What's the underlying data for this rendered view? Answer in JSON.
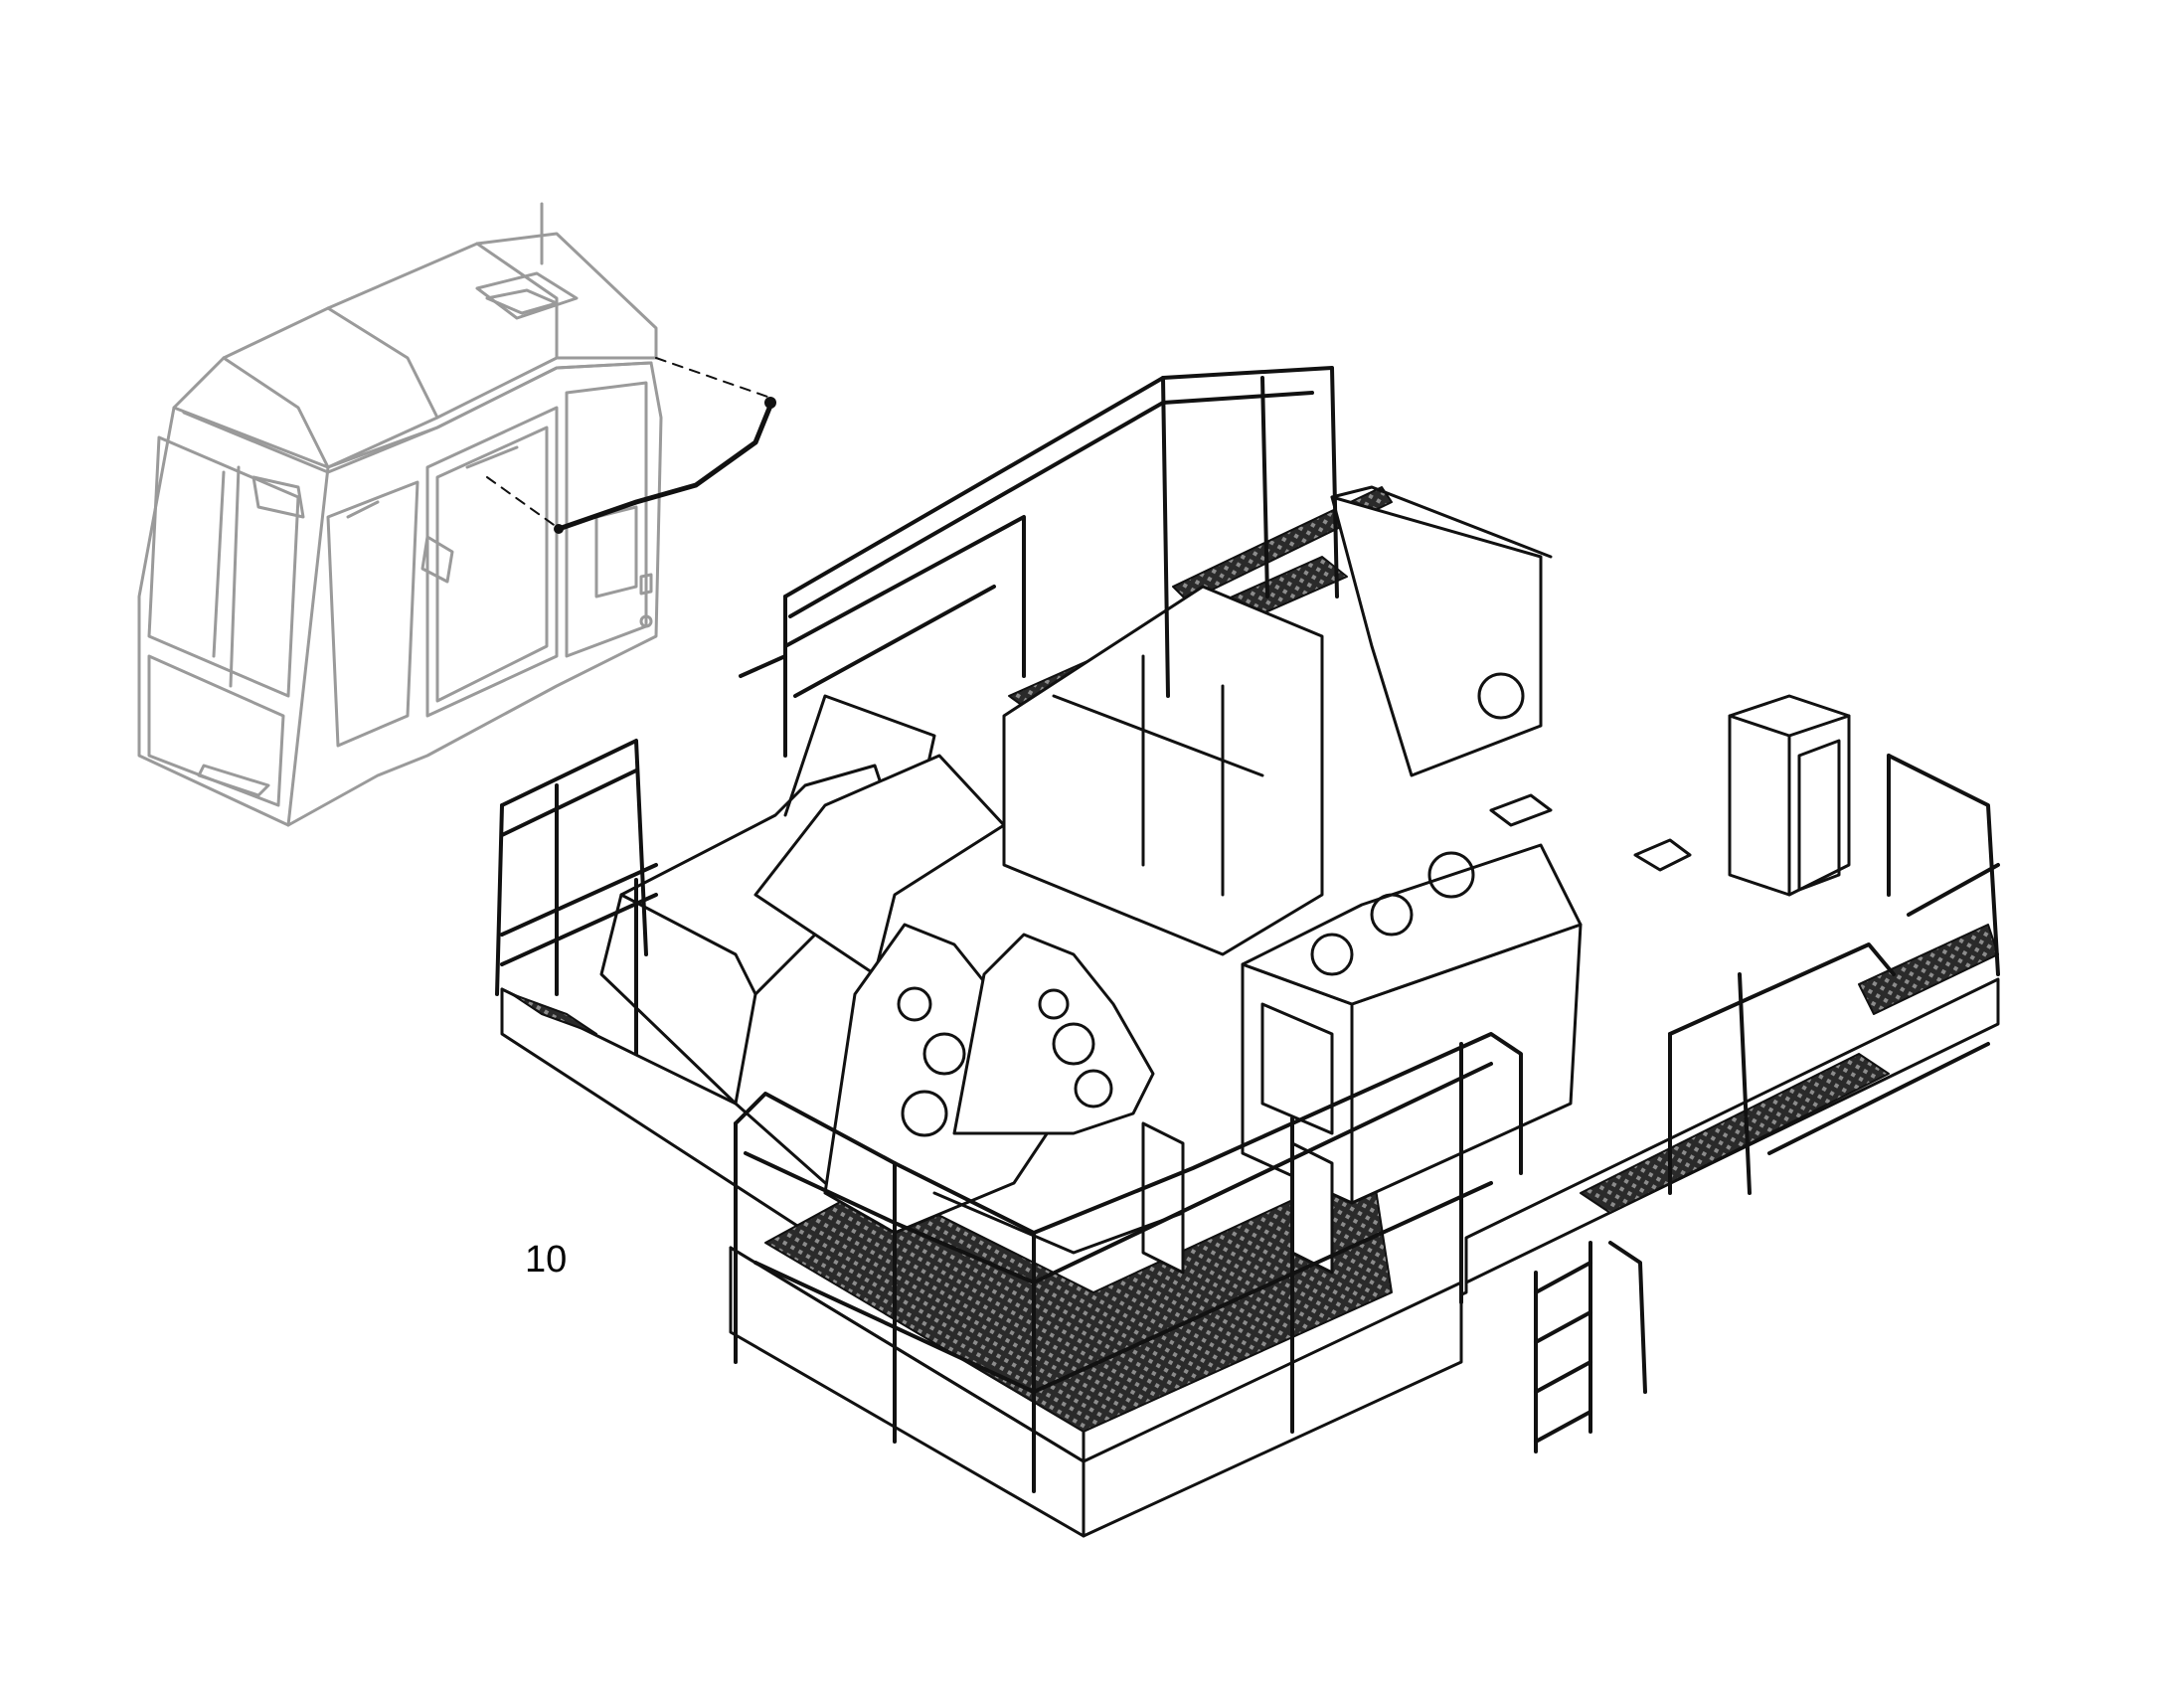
{
  "diagram": {
    "callouts": [
      {
        "id": "callout-10",
        "label": "10"
      }
    ],
    "colors": {
      "ink": "#111111",
      "faint": "#9a9a9a",
      "paper": "#ffffff",
      "grating": "#2a2a2a"
    },
    "icons": {
      "cab": "operator-cab-drawing",
      "frame": "upper-frame-drawing",
      "rail": "handrail-drawing",
      "hose": "hose-part-drawing"
    }
  }
}
